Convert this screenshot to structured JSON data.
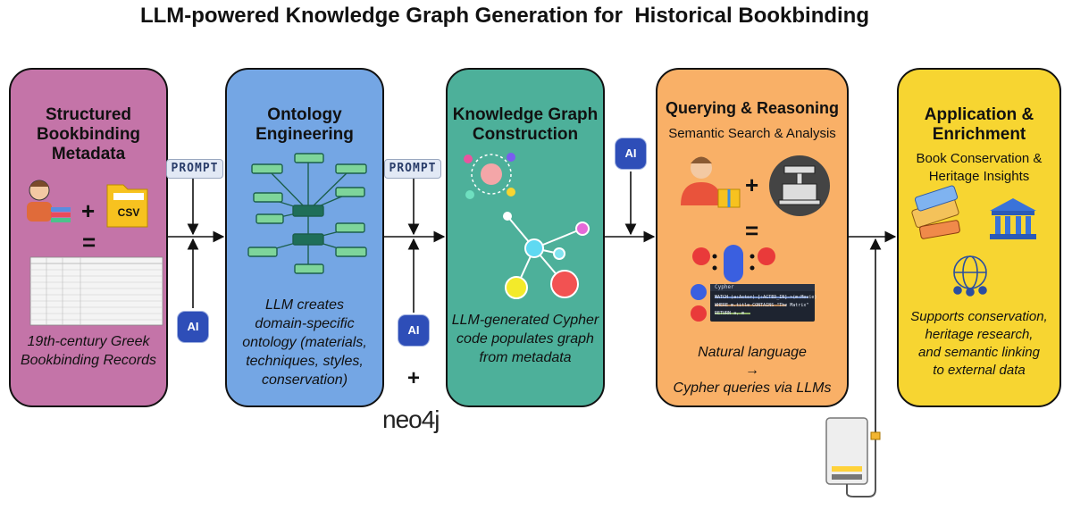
{
  "title": "LLM-powered Knowledge Graph Generation for  Historical Bookbinding",
  "colors": {
    "panel1": "#c474a8",
    "panel2": "#74a6e4",
    "panel3": "#4db09a",
    "panel4": "#f9b067",
    "panel5": "#f7d531",
    "chip": "#2e4eb8"
  },
  "panels": [
    {
      "title_lines": [
        "Structured",
        "Bookbinding",
        "Metadata"
      ],
      "plus": "+",
      "equals": "=",
      "csv_label": "CSV",
      "caption_lines": [
        "19th-century Greek",
        "Bookbinding Records"
      ]
    },
    {
      "title_lines": [
        "Ontology",
        "Engineering"
      ],
      "caption_lines": [
        "LLM creates",
        "domain-specific",
        "ontology (materials,",
        "techniques, styles,",
        "conservation)"
      ]
    },
    {
      "title_lines": [
        "Knowledge Graph",
        "Construction"
      ],
      "caption_lines": [
        "LLM-generated Cypher",
        "code populates graph",
        "from metadata"
      ]
    },
    {
      "title": "Querying & Reasoning",
      "subtitle": "Semantic Search & Analysis",
      "plus": "+",
      "equals": "=",
      "code_header": "Cypher",
      "code_lines": [
        "MATCH (a:Actor)-[:ACTED_IN]->(m:Movie)",
        "WHERE m.title CONTAINS \"The Matrix\"",
        "RETURN a, m"
      ],
      "caption_lines": [
        "Natural language",
        "→",
        "Cypher queries via LLMs"
      ]
    },
    {
      "title_lines": [
        "Application &",
        "Enrichment"
      ],
      "subtitle_lines": [
        "Book Conservation &",
        "Heritage Insights"
      ],
      "caption_lines": [
        "Supports conservation,",
        "heritage research,",
        "and semantic linking",
        "to external data"
      ]
    }
  ],
  "prompt_label": "PROMPT",
  "ai_label": "AI",
  "neo4j_plus": "+",
  "neo4j_logo": "neo4j",
  "icons": [
    "person-books-icon",
    "folder-icon",
    "table-thumbnail-icon",
    "prompt-badge",
    "ai-chip-icon",
    "ontology-tree-icon",
    "brain-icon",
    "graph-network-icon",
    "user-icon",
    "box-icon",
    "press-icon",
    "code-editor-icon",
    "books-icon",
    "museum-icon",
    "globe-people-icon",
    "database-icon",
    "neo4j-logo"
  ]
}
